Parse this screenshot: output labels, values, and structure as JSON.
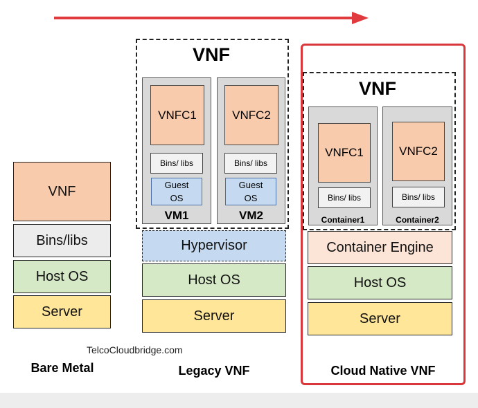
{
  "colors": {
    "arrow": "#e03a3e",
    "highlight_border": "#d9373b",
    "vnf_layer": "#f8cbad",
    "bins_layer": "#ececec",
    "host_os_layer": "#d6e9c6",
    "server_layer": "#ffe699",
    "hypervisor_layer": "#c5daf0",
    "container_engine_layer": "#fce4d6"
  },
  "bare_metal": {
    "title": "Bare Metal",
    "layers": [
      "VNF",
      "Bins/libs",
      "Host OS",
      "Server"
    ]
  },
  "legacy": {
    "title": "Legacy VNF",
    "vnf_label": "VNF",
    "vms": [
      {
        "name": "VM1",
        "vnfc": "VNFC1",
        "bins": "Bins/ libs",
        "guest_os": "Guest\nOS"
      },
      {
        "name": "VM2",
        "vnfc": "VNFC2",
        "bins": "Bins/ libs",
        "guest_os": "Guest\nOS"
      }
    ],
    "layers": [
      "Hypervisor",
      "Host OS",
      "Server"
    ]
  },
  "cloud_native": {
    "title": "Cloud Native VNF",
    "vnf_label": "VNF",
    "containers": [
      {
        "name": "Container1",
        "vnfc": "VNFC1",
        "bins": "Bins/ libs"
      },
      {
        "name": "Container2",
        "vnfc": "VNFC2",
        "bins": "Bins/ libs"
      }
    ],
    "layers": [
      "Container Engine",
      "Host OS",
      "Server"
    ]
  },
  "watermark": "TelcoCloudbridge.com",
  "icons": {
    "arrow": "arrow-right-icon"
  }
}
